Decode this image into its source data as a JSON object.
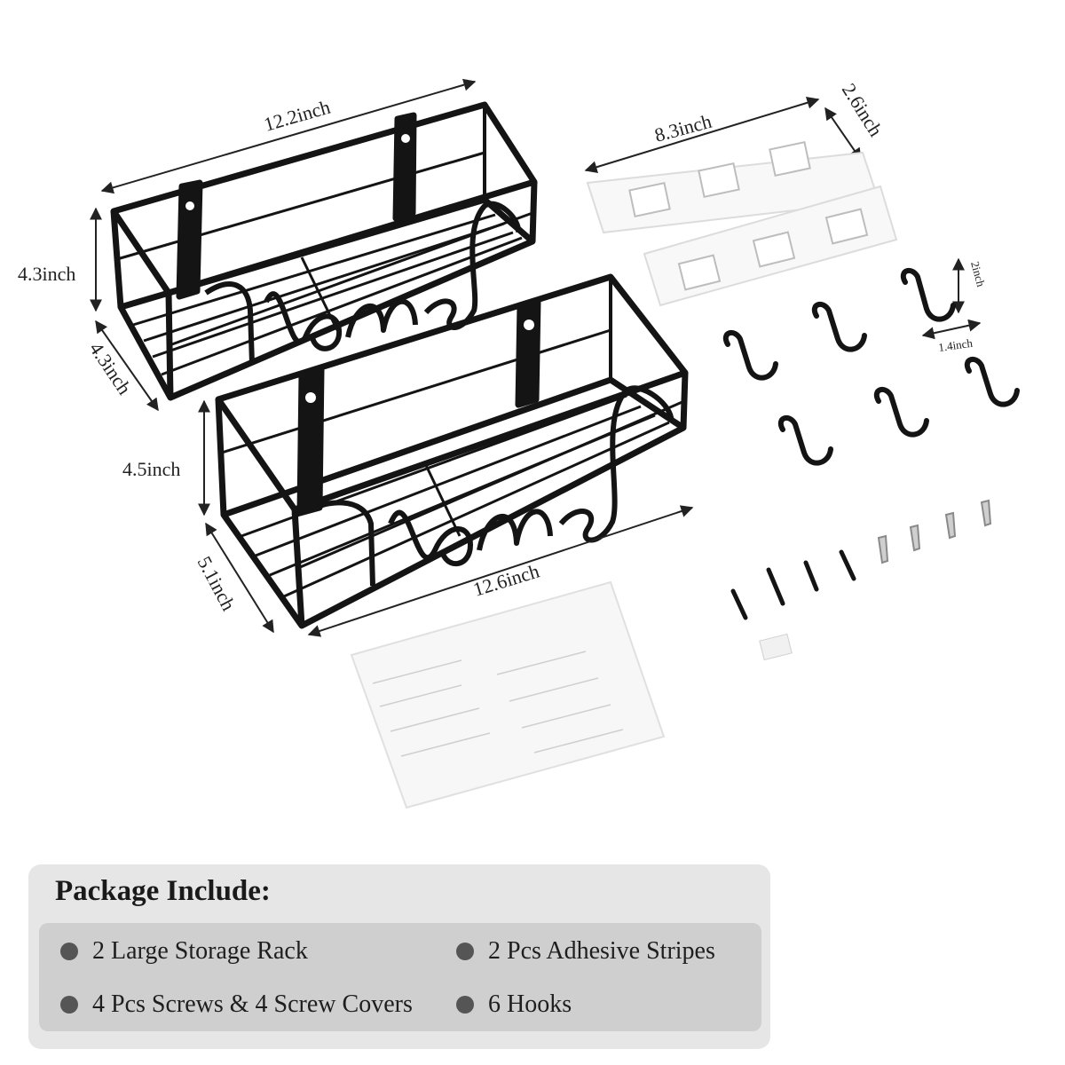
{
  "dimensions": {
    "rack1_width": "12.2inch",
    "rack1_height": "4.3inch",
    "rack1_depth": "4.3inch",
    "rack2_height": "4.5inch",
    "rack2_depth": "5.1inch",
    "rack2_width": "12.6inch",
    "stripe_length": "8.3inch",
    "stripe_width": "2.6inch",
    "hook_height": "2inch",
    "hook_width": "1.4inch"
  },
  "rack_text": "home",
  "package": {
    "title": "Package Include:",
    "items": [
      "2 Large Storage Rack",
      "2 Pcs Adhesive Stripes",
      "4 Pcs Screws & 4 Screw Covers",
      "6 Hooks"
    ]
  },
  "colors": {
    "metal": "#141414",
    "panel": "#e6e6e6",
    "panel_inner": "#cfcfcf",
    "bullet": "#555555"
  }
}
